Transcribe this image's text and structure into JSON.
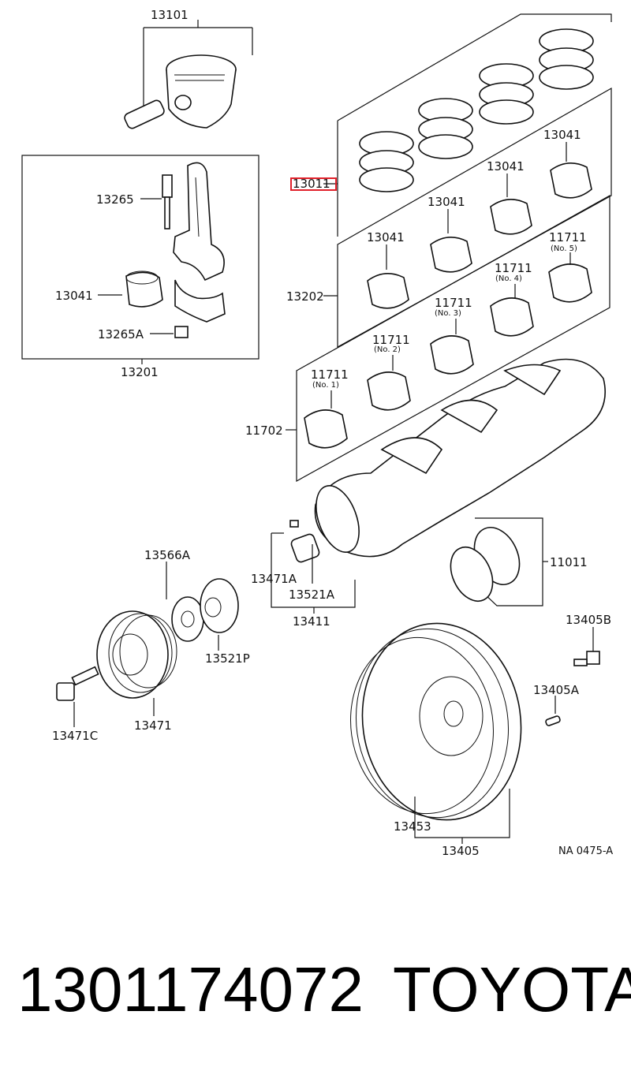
{
  "labels": {
    "l13101": "13101",
    "l13011": "13011",
    "l13041a": "13041",
    "l13041b": "13041",
    "l13041c": "13041",
    "l13041d": "13041",
    "l13041e": "13041",
    "l13265": "13265",
    "l13265a": "13265A",
    "l13201": "13201",
    "l13202": "13202",
    "l11711_1": "11711",
    "l11711_2": "11711",
    "l11711_3": "11711",
    "l11711_4": "11711",
    "l11711_5": "11711",
    "no1": "(No. 1)",
    "no2": "(No. 2)",
    "no3": "(No. 3)",
    "no4": "(No. 4)",
    "no5": "(No. 5)",
    "l11702": "11702",
    "l11011": "11011",
    "l13566a": "13566A",
    "l13471a": "13471A",
    "l13521a": "13521A",
    "l13411": "13411",
    "l13521p": "13521P",
    "l13471": "13471",
    "l13471c": "13471C",
    "l13405b": "13405B",
    "l13405a": "13405A",
    "l13453": "13453",
    "l13405": "13405",
    "ref": "NA 0475-A"
  },
  "highlight_color": "#e0202a",
  "footer": {
    "part_number": "1301174072",
    "brand": "TOYOTA"
  }
}
